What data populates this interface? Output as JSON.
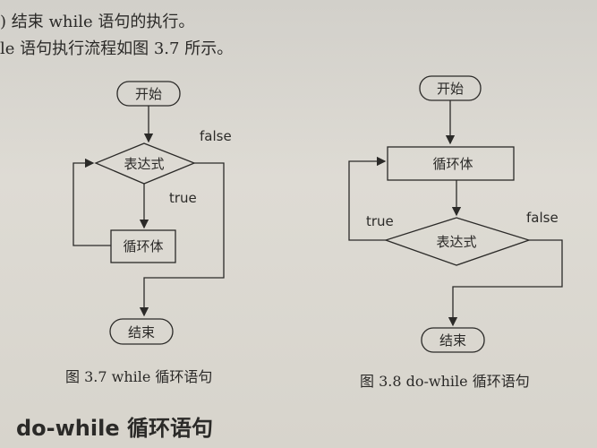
{
  "text": {
    "line1": ") 结束 while 语句的执行。",
    "line2": "le 语句执行流程如图 3.7 所示。",
    "heading": "do-while 循环语句"
  },
  "fig1": {
    "start": "开始",
    "condition": "表达式",
    "body": "循环体",
    "end": "结束",
    "true_label": "true",
    "false_label": "false",
    "caption": "图 3.7   while 循环语句"
  },
  "fig2": {
    "start": "开始",
    "body": "循环体",
    "condition": "表达式",
    "end": "结束",
    "true_label": "true",
    "false_label": "false",
    "caption": "图 3.8   do-while 循环语句"
  }
}
